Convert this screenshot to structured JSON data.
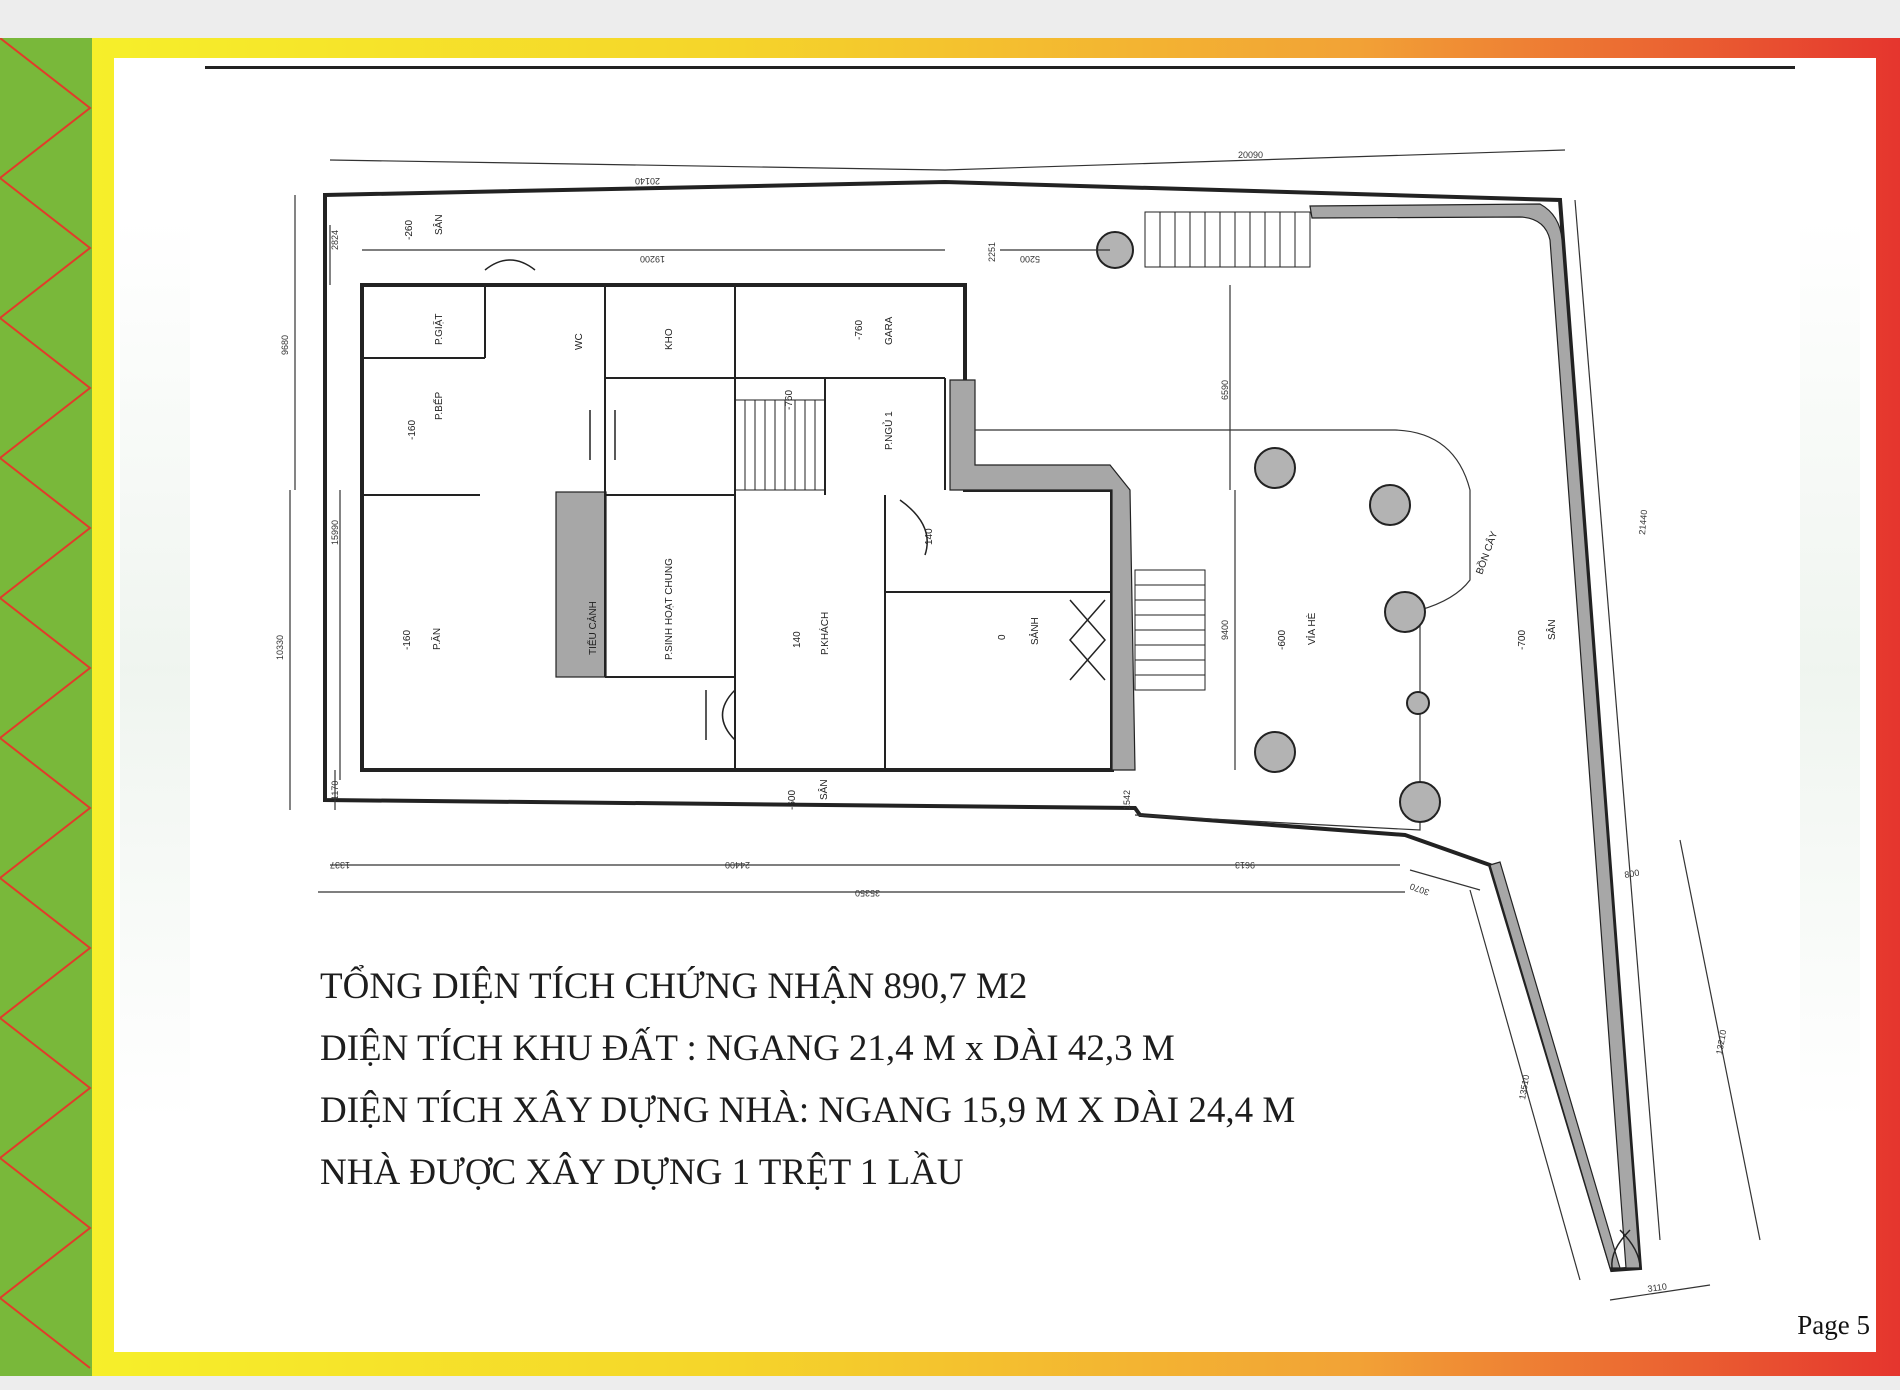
{
  "colors": {
    "left_strip": "#79b83a",
    "zigzag": "#e23b2a",
    "frame_start": "#f6ef2a",
    "frame_end": "#e5352e",
    "wall": "#222222",
    "hatch": "#a7a7a7"
  },
  "plan": {
    "rooms": {
      "p_giat": "P.GIẶT",
      "p_bep": "P.BẾP",
      "p_bep_level": "-160",
      "wc": "WC",
      "kho": "KHO",
      "gara": "GARA",
      "gara_level": "-760",
      "stair_level": "-760",
      "p_ngu_1": "P.NGỦ 1",
      "p_an": "P.ĂN",
      "p_an_level": "-160",
      "tieu_canh": "TIỂU CẢNH",
      "p_sinh_hoat_chung": "P.SINH HOẠT CHUNG",
      "p_khach": "P.KHÁCH",
      "p_khach_level": "140",
      "entry_level": "140",
      "sanh": "SẢNH",
      "sanh_level": "0",
      "via_he": "VỈA HÈ",
      "via_he_level": "-600",
      "san_right": "SÂN",
      "san_right_level": "-700",
      "san_bottom": "SÂN",
      "san_bottom_level": "-600",
      "san_top": "SÂN",
      "san_top_level": "-260",
      "bon_cay": "BỒN CÂY"
    },
    "dimensions": {
      "top_left": "20140",
      "top_right": "20090",
      "inner_top_left": "19200",
      "inner_top_right": "5200",
      "left_gap": "2251",
      "left_top_small": "2824",
      "left_upper": "9680",
      "left_mid": "15990",
      "left_lower": "10330",
      "left_bottom_small": "1170",
      "right_a": "6590",
      "right_b": "9400",
      "right_c": "21440",
      "bottom_small": "1542",
      "bottom_left_small": "1337",
      "bottom_main": "24400",
      "bottom_right": "9613",
      "bottom_total": "35350",
      "diag_small": "3070",
      "diag_left": "13510",
      "diag_right": "13210",
      "end_width": "3110",
      "end_small": "800"
    }
  },
  "caption": {
    "line1": "TỔNG DIỆN TÍCH CHỨNG NHẬN 890,7 M2",
    "line2": "DIỆN TÍCH KHU ĐẤT : NGANG 21,4 M x DÀI 42,3 M",
    "line3": "DIỆN TÍCH XÂY DỰNG NHÀ:  NGANG 15,9 M X DÀI 24,4 M",
    "line4": "NHÀ ĐƯỢC XÂY DỰNG 1 TRỆT 1 LẦU"
  },
  "footer": {
    "page": "Page 5"
  }
}
